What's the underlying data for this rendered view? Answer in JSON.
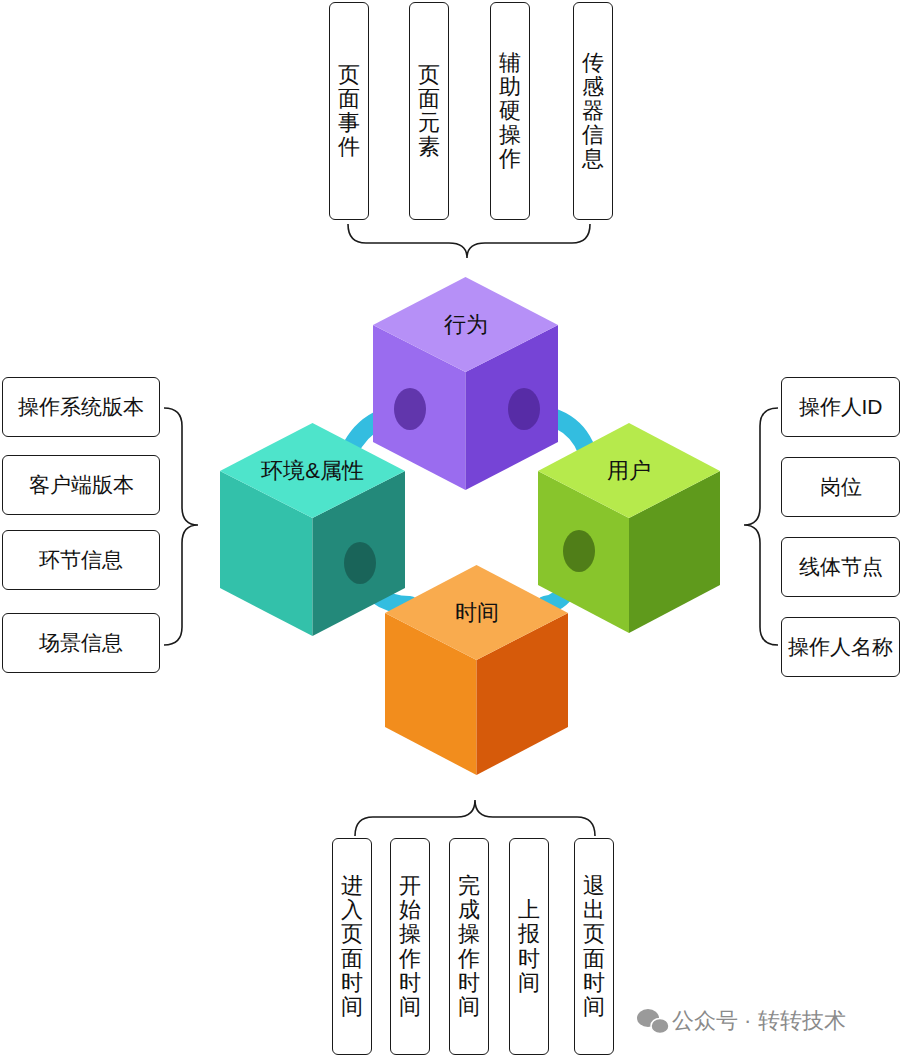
{
  "diagram": {
    "nodes": [
      {
        "text": [
          "页面事件"
        ]
      },
      {
        "text": [
          "页面元素"
        ]
      },
      {
        "text": [
          "辅助硬操作"
        ]
      },
      {
        "text": [
          "传感器信息"
        ]
      },
      {
        "text": [
          "行为"
        ]
      },
      {
        "text": [
          "操作系统版本"
        ]
      },
      {
        "text": [
          "客户端版本"
        ]
      },
      {
        "text": [
          "环节信息"
        ]
      },
      {
        "text": [
          "场景信息"
        ]
      },
      {
        "text": [
          "环境&属性"
        ]
      },
      {
        "text": [
          "用户"
        ]
      },
      {
        "text": [
          "操作人ID"
        ]
      },
      {
        "text": [
          "岗位"
        ]
      },
      {
        "text": [
          "线体节点"
        ]
      },
      {
        "text": [
          "操作人名称"
        ]
      },
      {
        "text": [
          "时间"
        ]
      },
      {
        "text": [
          "进入页面时间"
        ]
      },
      {
        "text": [
          "开始操作时间"
        ]
      },
      {
        "text": [
          "完成操作时间"
        ]
      },
      {
        "text": [
          "上报时间"
        ]
      },
      {
        "text": [
          "退出页面时间"
        ]
      }
    ],
    "edges": [
      {
        "from": 4,
        "to": 9,
        "arrow": "none"
      },
      {
        "from": 4,
        "to": 10,
        "arrow": "none"
      },
      {
        "from": 10,
        "to": 15,
        "arrow": "none"
      },
      {
        "from": 15,
        "to": 9,
        "arrow": "none"
      }
    ],
    "labels": [
      "公众号 · 转转技术"
    ]
  }
}
